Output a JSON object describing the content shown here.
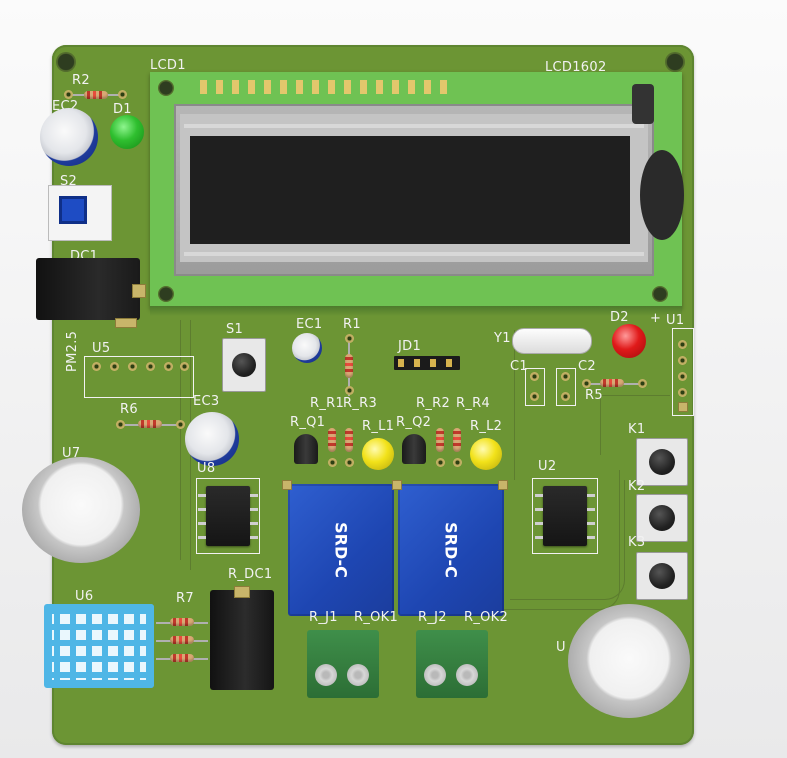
{
  "board_labels": {
    "r2": "R2",
    "ec2": "EC2",
    "d1": "D1",
    "lcd1": "LCD1",
    "lcd1602": "LCD1602",
    "s2": "S2",
    "dc1": "DC1",
    "u5": "U5",
    "pm25": "PM2.5",
    "s1": "S1",
    "ec1": "EC1",
    "r1": "R1",
    "jd1": "JD1",
    "y1": "Y1",
    "d2": "D2",
    "u1": "U1",
    "c1": "C1",
    "c2": "C2",
    "r5": "R5",
    "r6": "R6",
    "ec3": "EC3",
    "r_r1": "R_R1",
    "r_r3": "R_R3",
    "r_r2": "R_R2",
    "r_r4": "R_R4",
    "r_q1": "R_Q1",
    "r_q2": "R_Q2",
    "r_l1": "R_L1",
    "r_l2": "R_L2",
    "u7": "U7",
    "u8": "U8",
    "u2": "U2",
    "k1": "K1",
    "k2": "K2",
    "k3": "K3",
    "u6": "U6",
    "r7": "R7",
    "r_dc1": "R_DC1",
    "r_j1": "R_J1",
    "r_ok1": "R_OK1",
    "r_j2": "R_J2",
    "r_ok2": "R_OK2",
    "u": "U",
    "plus": "+"
  },
  "component_text": {
    "relay1": "SRD-C",
    "relay2": "SRD-C"
  },
  "colors": {
    "board": "#6c9534",
    "lcd_screen": "#1f1f1f",
    "lcd_pcb": "#6fc253",
    "relay": "#2453c4",
    "led_green": "#2fbf2f",
    "led_red": "#e01a1a",
    "led_yellow": "#f2e21a",
    "sensor_dht": "#4fb6e6"
  }
}
